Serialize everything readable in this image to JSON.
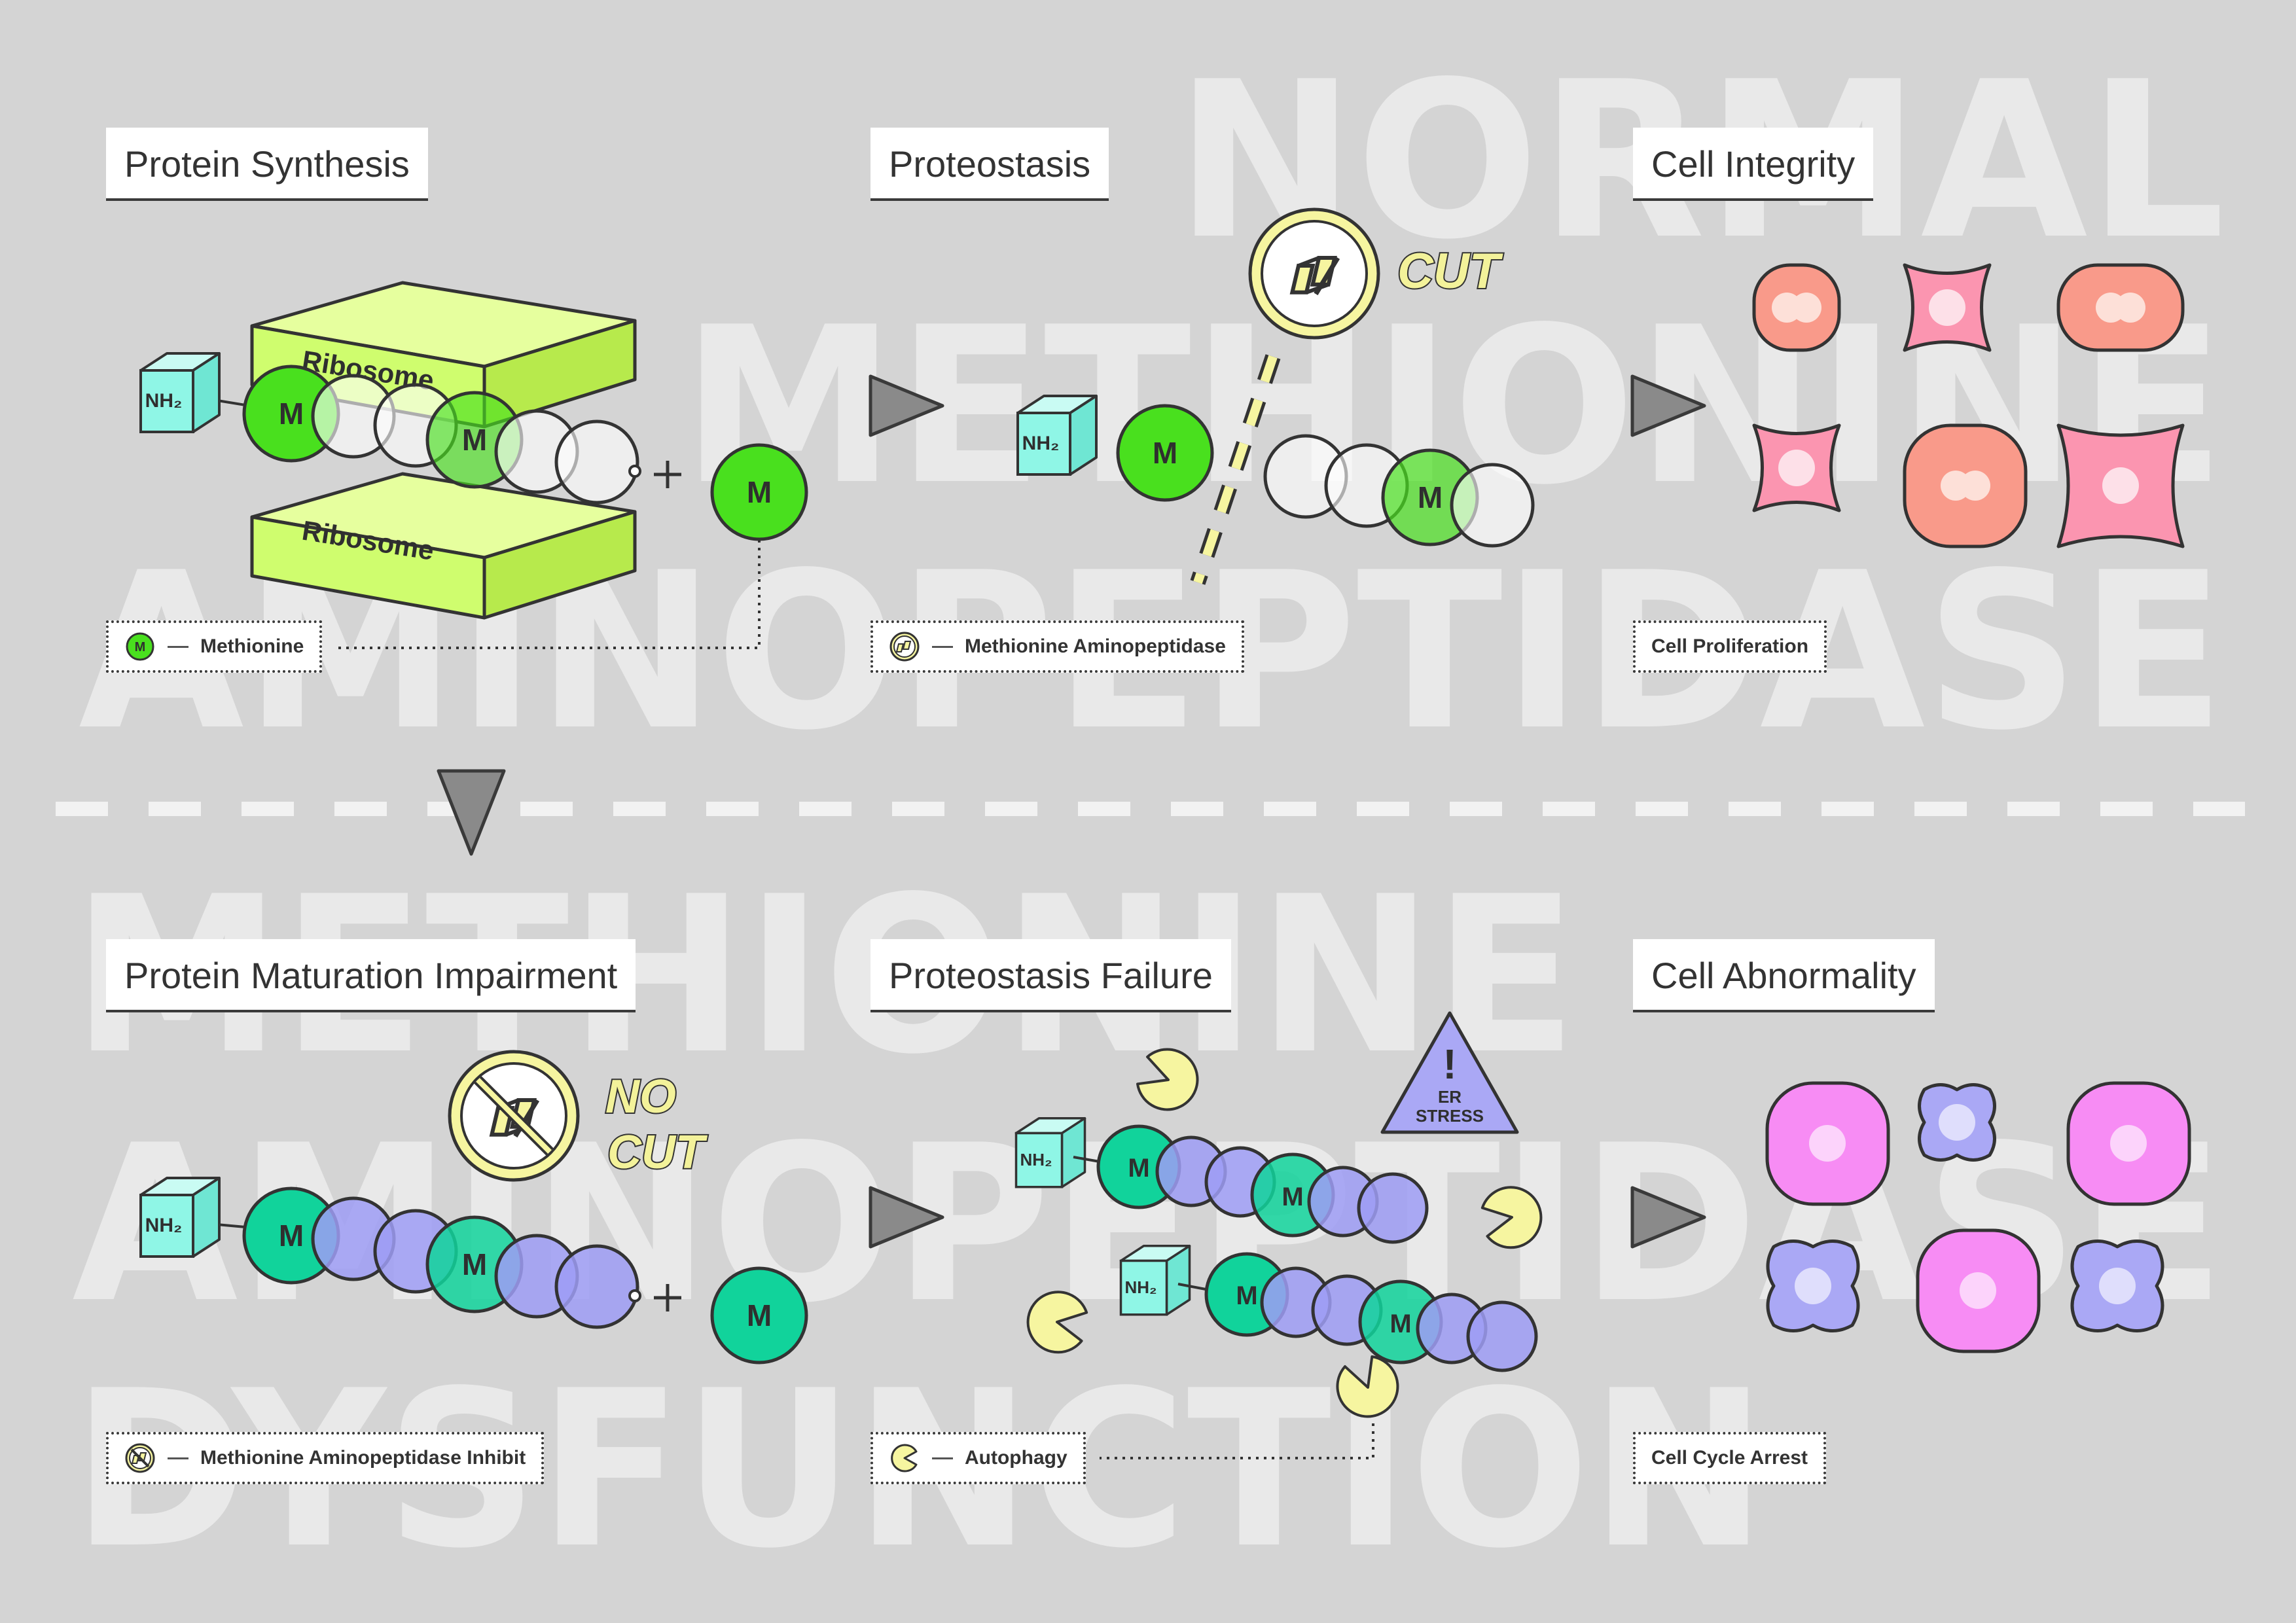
{
  "background_words": {
    "top": [
      "NORMAL",
      "METHIONINE",
      "AMINOPEPTIDASE"
    ],
    "bottom": [
      "METHIONINE",
      "AMINOPEPTIDASE",
      "DYSFUNCTION"
    ]
  },
  "sections": {
    "top": [
      {
        "title": "Protein Synthesis"
      },
      {
        "title": "Proteostasis"
      },
      {
        "title": "Cell Integrity"
      }
    ],
    "bottom": [
      {
        "title": "Protein Maturation Impairment"
      },
      {
        "title": "Proteostasis Failure"
      },
      {
        "title": "Cell Abnormality"
      }
    ]
  },
  "legends": {
    "methionine": {
      "symbol": "M",
      "text": "Methionine"
    },
    "map": {
      "text": "Methionine Aminopeptidase"
    },
    "proliferation": {
      "text": "Cell Proliferation"
    },
    "inhibit": {
      "text": "Methionine Aminopeptidase Inhibit"
    },
    "autophagy": {
      "text": "Autophagy"
    },
    "arrest": {
      "text": "Cell Cycle Arrest"
    }
  },
  "diagram_labels": {
    "ribosome_top": "Ribosome",
    "ribosome_bottom": "Ribosome",
    "nh2": "NH₂",
    "m": "M",
    "cut": "CUT",
    "no_cut_line1": "NO",
    "no_cut_line2": "CUT",
    "er_mark": "!",
    "er_line1": "ER",
    "er_line2": "STRESS"
  },
  "colors": {
    "background": "#d4d4d4",
    "methionine_green": "#49e01e",
    "ribosome": "#cffd6e",
    "nh2_cube": "#8ff6e6",
    "teal_methionine": "#11d39b",
    "violet_chain": "#9d9cf5",
    "enzyme_yellow": "#f6f5a0",
    "healthy_cell_salmon": "#f99a8a",
    "healthy_cell_pink": "#fb95b0",
    "abnormal_cell_magenta": "#f78cf4",
    "abnormal_cell_lavender": "#aaa8f5",
    "arrow_gray": "#8a8a8a"
  }
}
